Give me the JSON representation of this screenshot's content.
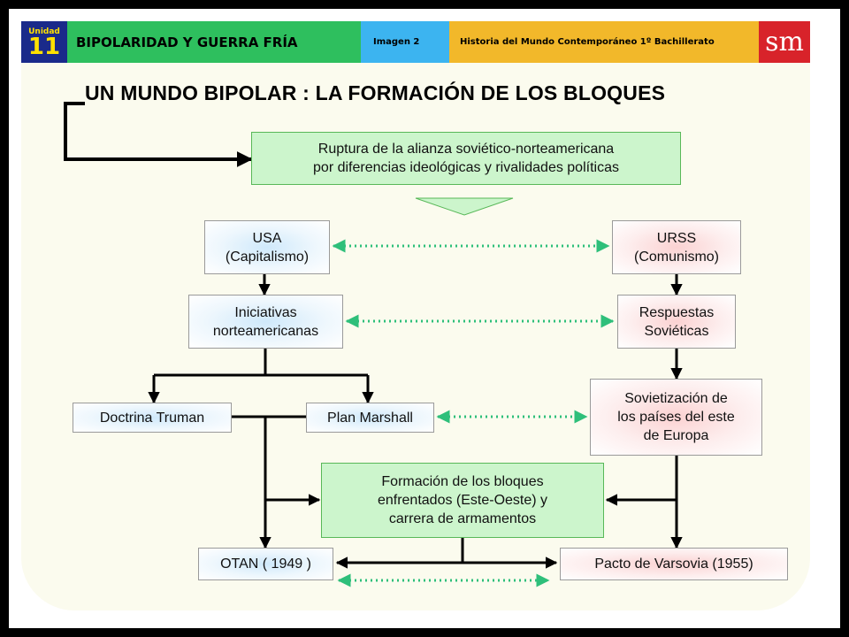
{
  "header": {
    "unit_label": "Unidad",
    "unit_number": "11",
    "title": "BIPOLARIDAD Y GUERRA FRÍA",
    "image_label": "Imagen 2",
    "course": "Historia del Mundo Contemporáneo 1º Bachillerato",
    "publisher": "sm"
  },
  "heading": "UN MUNDO BIPOLAR : LA FORMACIÓN DE LOS BLOQUES",
  "boxes": {
    "ruptura": "Ruptura de la alianza soviético-norteamericana\npor diferencias ideológicas y rivalidades políticas",
    "usa": "USA\n(Capitalismo)",
    "urss": "URSS\n(Comunismo)",
    "iniciativas": "Iniciativas\nnorteamericanas",
    "respuestas": "Respuestas\nSoviéticas",
    "truman": "Doctrina  Truman",
    "marshall": "Plan Marshall",
    "sovietizacion": "Sovietización de\nlos países del este\nde Europa",
    "bloques": "Formación de los bloques\nenfrentados (Este-Oeste) y\ncarrera de armamentos",
    "otan": "OTAN ( 1949 )",
    "varsovia": "Pacto de Varsovia (1955)"
  },
  "colors": {
    "header_unit": "#1a2a8a",
    "header_title": "#2ebf5e",
    "header_image": "#3cb4f0",
    "header_course": "#f2b82a",
    "header_logo": "#d8232a",
    "frame": "#fbfbee",
    "green_box": "#ccf5cc",
    "dotted_arrow": "#2ebf7a"
  }
}
